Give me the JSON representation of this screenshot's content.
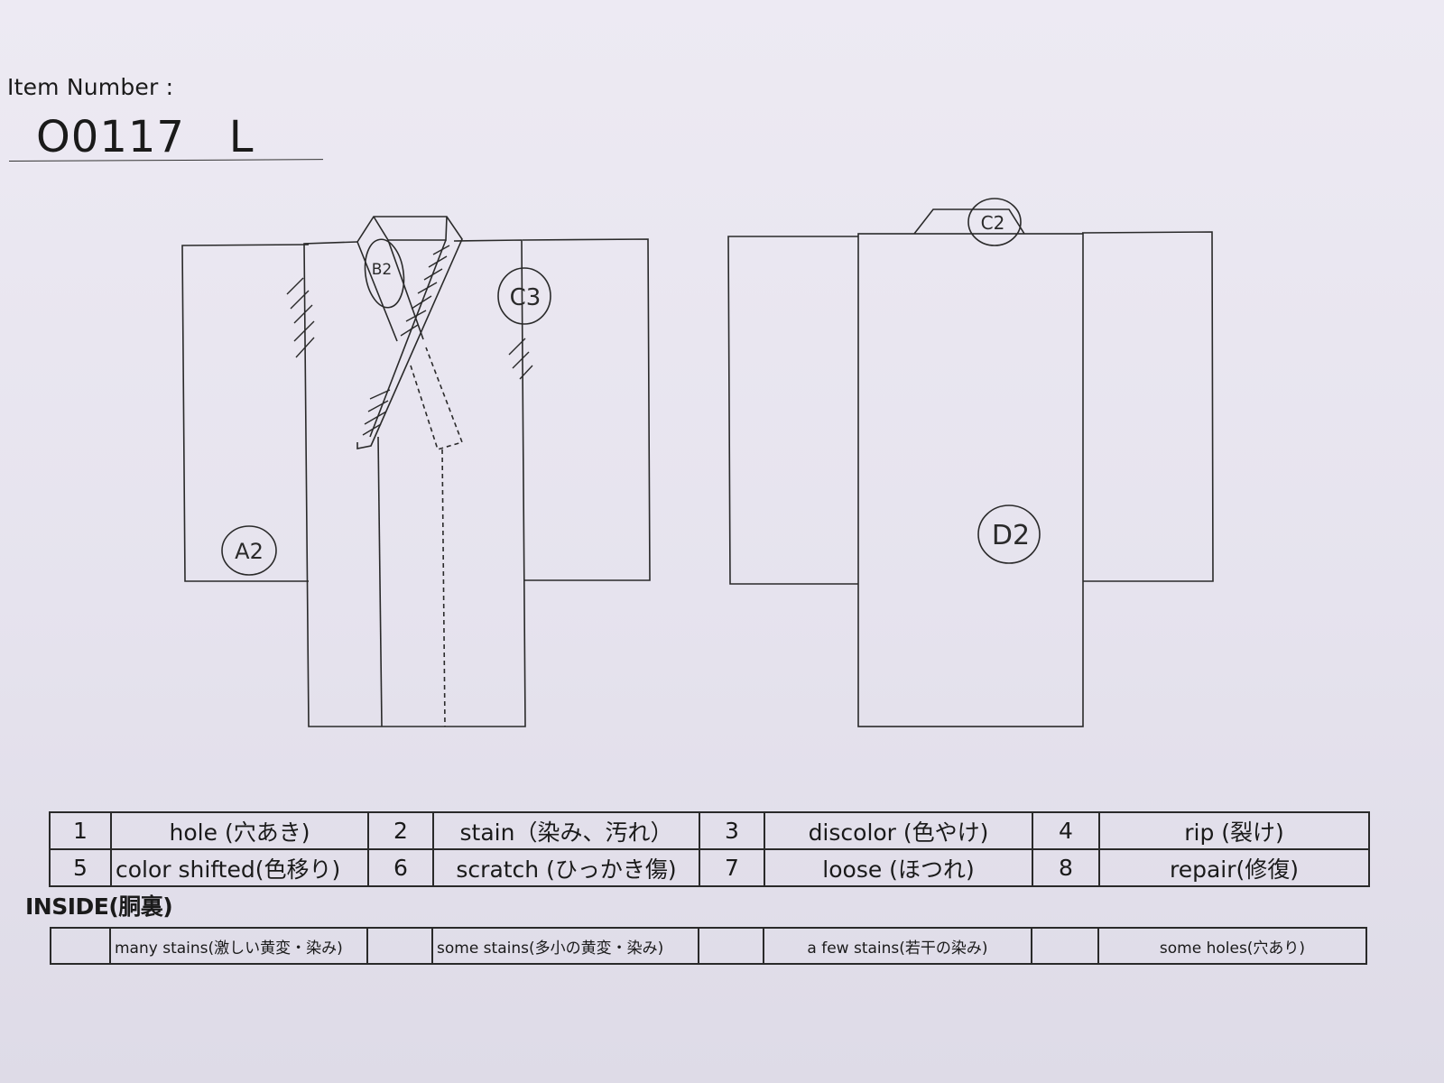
{
  "header": {
    "item_number_label": "Item Number :",
    "item_number_value": "O0117   L"
  },
  "annotations": {
    "a2": "A2",
    "b2": "B2",
    "c3": "C3",
    "c2": "C2",
    "d2": "D2"
  },
  "defect_legend": {
    "rows": [
      [
        {
          "num": "1",
          "label": "hole (穴あき)"
        },
        {
          "num": "2",
          "label": "stain（染み、汚れ）"
        },
        {
          "num": "3",
          "label": "discolor (色やけ)"
        },
        {
          "num": "4",
          "label": "rip (裂け)"
        }
      ],
      [
        {
          "num": "5",
          "label": "color shifted(色移り)"
        },
        {
          "num": "6",
          "label": "scratch (ひっかき傷)"
        },
        {
          "num": "7",
          "label": "loose (ほつれ)"
        },
        {
          "num": "8",
          "label": "repair(修復)"
        }
      ]
    ]
  },
  "inside": {
    "title": "INSIDE(胴裏)",
    "options": [
      {
        "check": "",
        "label": "many stains(激しい黄変・染み)"
      },
      {
        "check": "",
        "label": "some stains(多小の黄変・染み)"
      },
      {
        "check": "",
        "label": "a few stains(若干の染み)"
      },
      {
        "check": "",
        "label": "some holes(穴あり)"
      }
    ]
  },
  "colors": {
    "paper": "#e9e7f0",
    "ink": "#1a1a1a"
  }
}
